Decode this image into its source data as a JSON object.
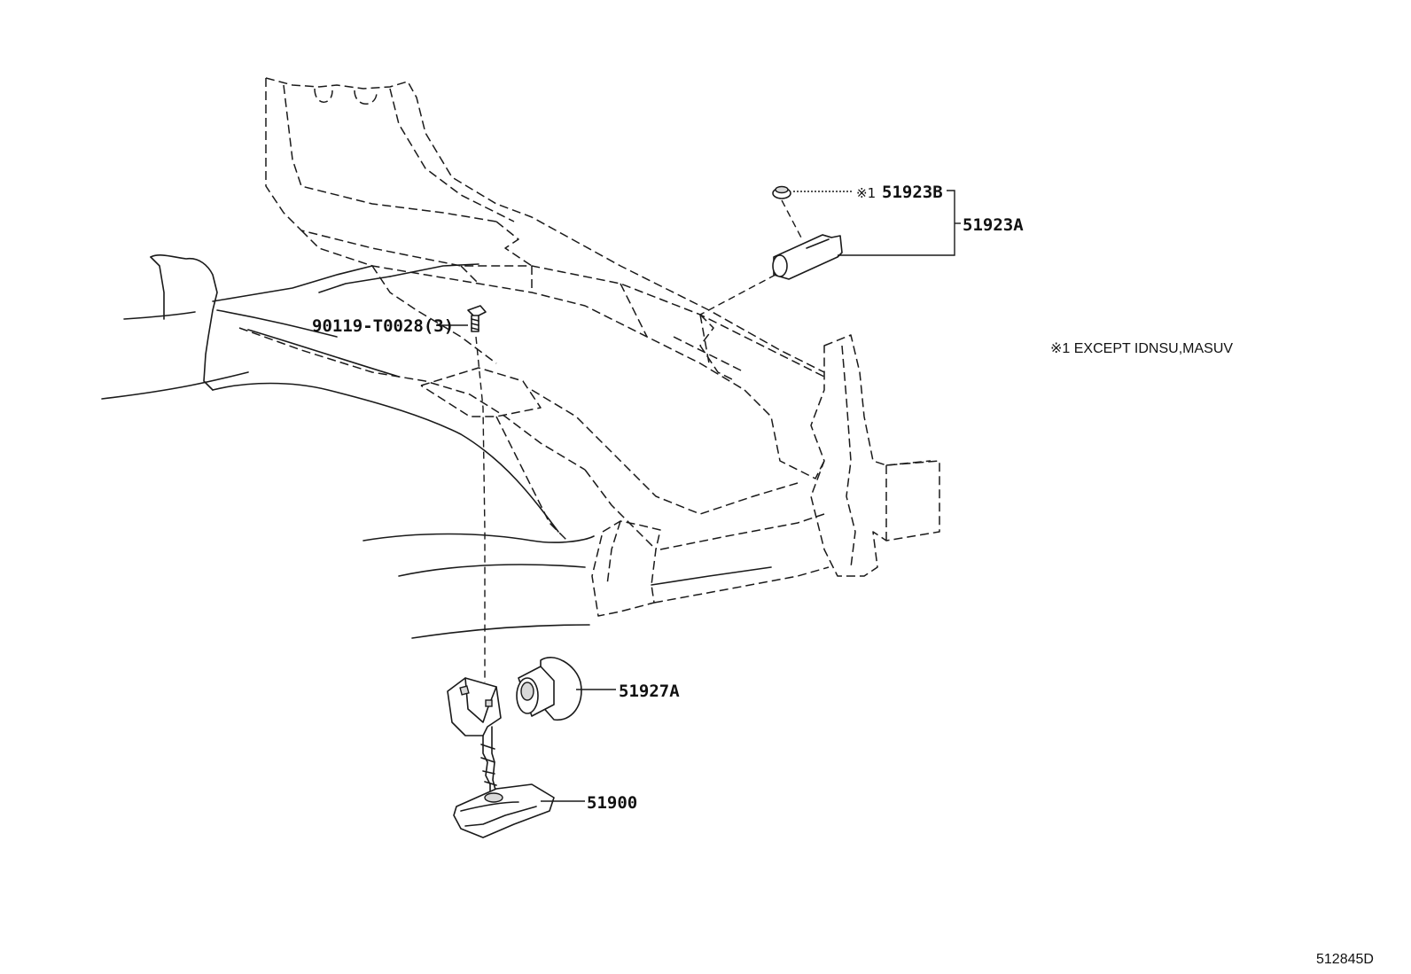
{
  "labels": {
    "p51923b": "51923B",
    "p51923b_mark": "※1",
    "p51923a": "51923A",
    "p90119": "90119-T0028(3)",
    "p51927a": "51927A",
    "p51900": "51900"
  },
  "note": "※1 EXCEPT IDNSU,MASUV",
  "figure_id": "512845D"
}
